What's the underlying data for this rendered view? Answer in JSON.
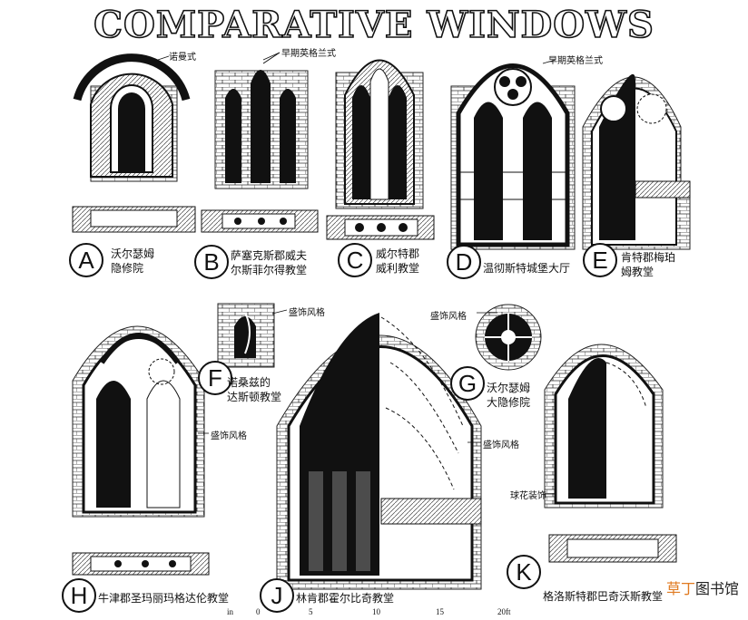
{
  "title": "COMPARATIVE WINDOWS",
  "windows": [
    {
      "letter": "A",
      "caption": [
        "沃尔瑟姆",
        "隐修院"
      ],
      "note": "诺曼式"
    },
    {
      "letter": "B",
      "caption": [
        "萨塞克斯郡威夫",
        "尔斯菲尔得教堂"
      ],
      "note": "早期英格兰式"
    },
    {
      "letter": "C",
      "caption": [
        "威尔特郡",
        "威利教堂"
      ],
      "note": ""
    },
    {
      "letter": "D",
      "caption": [
        "温彻斯特城堡大厅"
      ],
      "note": "早期英格兰式"
    },
    {
      "letter": "E",
      "caption": [
        "肯特郡梅珀",
        "姆教堂"
      ],
      "note": ""
    },
    {
      "letter": "F",
      "caption": [
        "诺桑兹的",
        "达斯顿教堂"
      ],
      "note": "盛饰风格"
    },
    {
      "letter": "G",
      "caption": [
        "沃尔瑟姆",
        "大隐修院"
      ],
      "note": "盛饰风格"
    },
    {
      "letter": "H",
      "caption": [
        "牛津郡圣玛丽玛格达伦教堂"
      ],
      "note": "盛饰风格"
    },
    {
      "letter": "J",
      "caption": [
        "林肯郡霍尔比奇教堂"
      ],
      "note": "盛饰风格"
    },
    {
      "letter": "K",
      "caption": [
        "格洛斯特郡巴奇沃斯教堂"
      ],
      "note": "球花装饰"
    }
  ],
  "scale": {
    "unit_left": "in",
    "ticks": [
      "0",
      "5",
      "10",
      "15",
      "20ft"
    ]
  },
  "watermark": {
    "part1": "草丁",
    "part2": "图书馆"
  }
}
